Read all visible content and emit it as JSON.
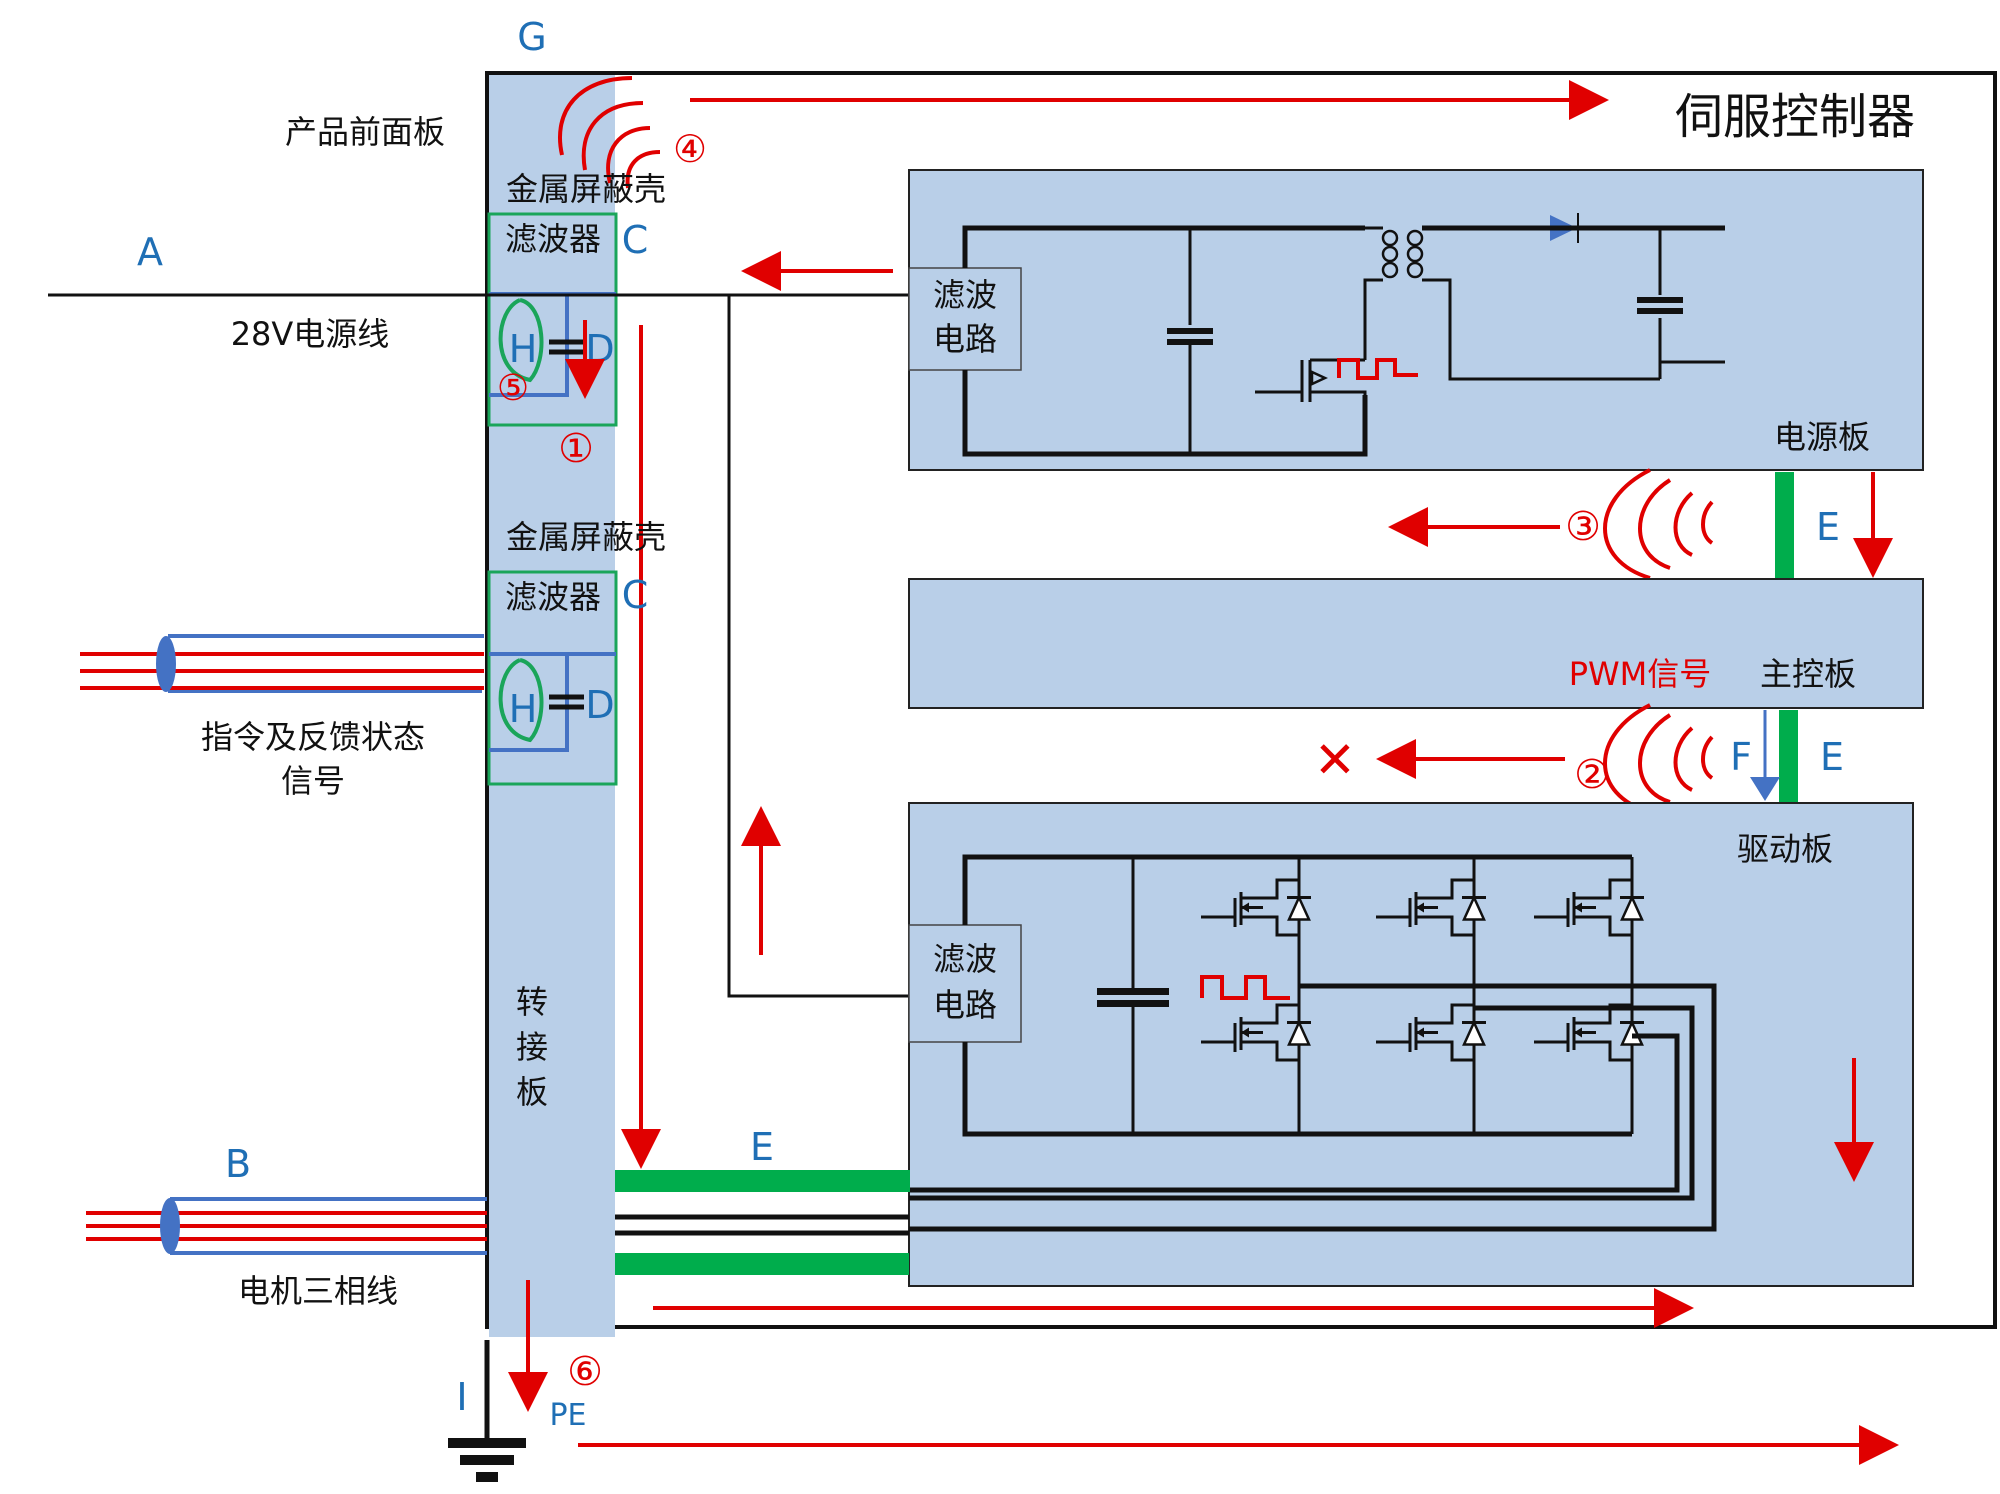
{
  "title": "伺服控制器",
  "labels": {
    "front_panel": "产品前面板",
    "shield_top": "金属屏蔽壳",
    "shield_mid": "金属屏蔽壳",
    "filter_top": "滤波器",
    "filter_mid": "滤波器",
    "power_line": "28V电源线",
    "signal_line_1": "指令及反馈状态",
    "signal_line_2": "信号",
    "motor_line": "电机三相线",
    "adapter_board_1": "转",
    "adapter_board_2": "接",
    "adapter_board_3": "板",
    "power_board": "电源板",
    "main_board": "主控板",
    "drive_board": "驱动板",
    "pwm_signal": "PWM信号",
    "filter_circuit_power_1": "滤波",
    "filter_circuit_power_2": "电路",
    "filter_circuit_drive_1": "滤波",
    "filter_circuit_drive_2": "电路",
    "pe": "PE"
  },
  "letters": {
    "A": "A",
    "B": "B",
    "C_top": "C",
    "C_mid": "C",
    "D_top": "D",
    "D_mid": "D",
    "E_power_main": "E",
    "E_main_drive": "E",
    "E_bottom": "E",
    "F": "F",
    "G": "G",
    "H_top": "H",
    "H_mid": "H",
    "I": "I"
  },
  "markers": {
    "m1": "①",
    "m2": "②",
    "m3": "③",
    "m4": "④",
    "m5": "⑤",
    "m6": "⑥",
    "blocked": "✕"
  },
  "colors": {
    "board_fill": "#b9cfe8",
    "emi_path": "#e00000",
    "label_blue": "#1f6fb5",
    "ground_strap": "#00ad4c",
    "filter_box": "#1aa55a",
    "cable_shield": "#4472c4"
  }
}
